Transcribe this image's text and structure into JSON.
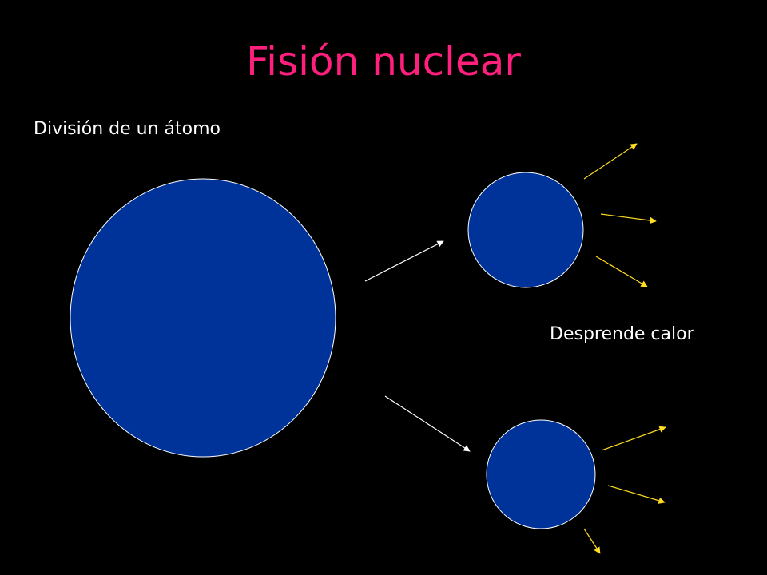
{
  "slide": {
    "title": "Fisión nuclear",
    "caption_division": "División de un átomo",
    "caption_heat": "Desprende calor"
  },
  "colors": {
    "background": "#000000",
    "title": "#ff1f7d",
    "text": "#ffffff",
    "nucleus_fill": "#003399",
    "nucleus_stroke": "#ffffff",
    "fission_arrow": "#ffffff",
    "heat_arrow": "#ffdd22"
  }
}
